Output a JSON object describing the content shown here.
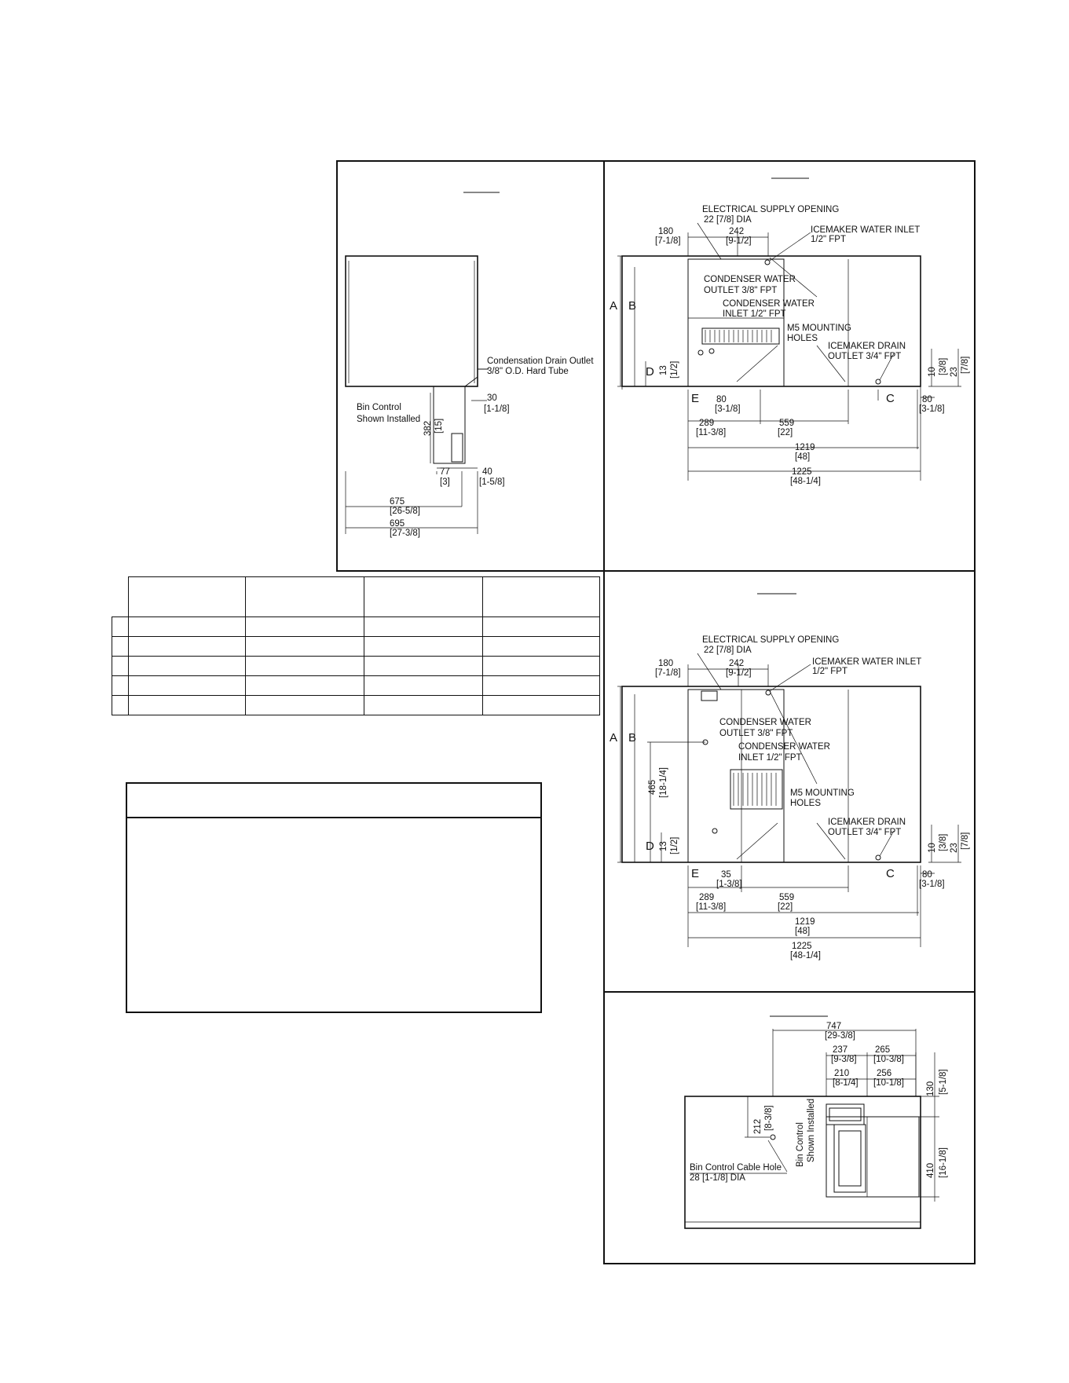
{
  "side_view": {
    "drain_outlet": "Condensation Drain Outlet",
    "drain_tube": "3/8\" O.D. Hard Tube",
    "bin_control_line1": "Bin Control",
    "bin_control_line2": "Shown Installed",
    "dims": [
      {
        "mm": "30",
        "in": "[1-1/8]"
      },
      {
        "mm": "382",
        "in": "[15]"
      },
      {
        "mm": "77",
        "in": "[3]"
      },
      {
        "mm": "40",
        "in": "[1-5/8]"
      },
      {
        "mm": "675",
        "in": "[26-5/8]"
      },
      {
        "mm": "695",
        "in": "[27-3/8]"
      }
    ]
  },
  "front_view_1": {
    "electrical": "ELECTRICAL SUPPLY OPENING",
    "electrical_dia": "22 [7/8] DIA",
    "water_inlet": "ICEMAKER WATER INLET",
    "water_inlet_size": "1/2\" FPT",
    "cond_outlet": "CONDENSER WATER",
    "cond_outlet_size": "OUTLET 3/8\" FPT",
    "cond_inlet": "CONDENSER WATER",
    "cond_inlet_size": "INLET 1/2\" FPT",
    "mount": "M5 MOUNTING",
    "mount2": "HOLES",
    "drain": "ICEMAKER DRAIN",
    "drain_size": "OUTLET 3/4\" FPT",
    "letters": [
      "A",
      "B",
      "D",
      "E",
      "C"
    ],
    "dims": {
      "d180": "180",
      "d180in": "[7-1/8]",
      "d242": "242",
      "d242in": "[9-1/2]",
      "d13": "13",
      "d13in": "[1/2]",
      "d80a": "80",
      "d80ain": "[3-1/8]",
      "d80b": "80",
      "d80bin": "[3-1/8]",
      "d289": "289",
      "d289in": "[11-3/8]",
      "d559": "559",
      "d559in": "[22]",
      "d1219": "1219",
      "d1219in": "[48]",
      "d1225": "1225",
      "d1225in": "[48-1/4]",
      "d10": "10",
      "d10in": "[3/8]",
      "d23": "23",
      "d23in": "[7/8]"
    }
  },
  "front_view_2": {
    "electrical": "ELECTRICAL SUPPLY OPENING",
    "electrical_dia": "22 [7/8] DIA",
    "water_inlet": "ICEMAKER WATER INLET",
    "water_inlet_size": "1/2\" FPT",
    "cond_outlet": "CONDENSER WATER",
    "cond_outlet_size": "OUTLET 3/8\" FPT",
    "cond_inlet": "CONDENSER WATER",
    "cond_inlet_size": "INLET 1/2\" FPT",
    "mount": "M5 MOUNTING",
    "mount2": "HOLES",
    "drain": "ICEMAKER DRAIN",
    "drain_size": "OUTLET 3/4\" FPT",
    "letters": [
      "A",
      "B",
      "D",
      "E",
      "C"
    ],
    "dims": {
      "d180": "180",
      "d180in": "[7-1/8]",
      "d242": "242",
      "d242in": "[9-1/2]",
      "d465": "465",
      "d465in": "[18-1/4]",
      "d13": "13",
      "d13in": "[1/2]",
      "d35": "35",
      "d35in": "[1-3/8]",
      "d80": "80",
      "d80in": "[3-1/8]",
      "d289": "289",
      "d289in": "[11-3/8]",
      "d559": "559",
      "d559in": "[22]",
      "d1219": "1219",
      "d1219in": "[48]",
      "d1225": "1225",
      "d1225in": "[48-1/4]",
      "d10": "10",
      "d10in": "[3/8]",
      "d23": "23",
      "d23in": "[7/8]"
    }
  },
  "top_view": {
    "bin_control_line1": "Bin Control",
    "bin_control_line2": "Shown Installed",
    "cable_hole": "Bin Control Cable Hole",
    "cable_dia": "28 [1-1/8] DIA",
    "dims": {
      "d747": "747",
      "d747in": "[29-3/8]",
      "d237": "237",
      "d237in": "[9-3/8]",
      "d265": "265",
      "d265in": "[10-3/8]",
      "d210": "210",
      "d210in": "[8-1/4]",
      "d256": "256",
      "d256in": "[10-1/8]",
      "d130": "130",
      "d130in": "[5-1/8]",
      "d212": "212",
      "d212in": "[8-3/8]",
      "d410": "410",
      "d410in": "[16-1/8]"
    }
  }
}
